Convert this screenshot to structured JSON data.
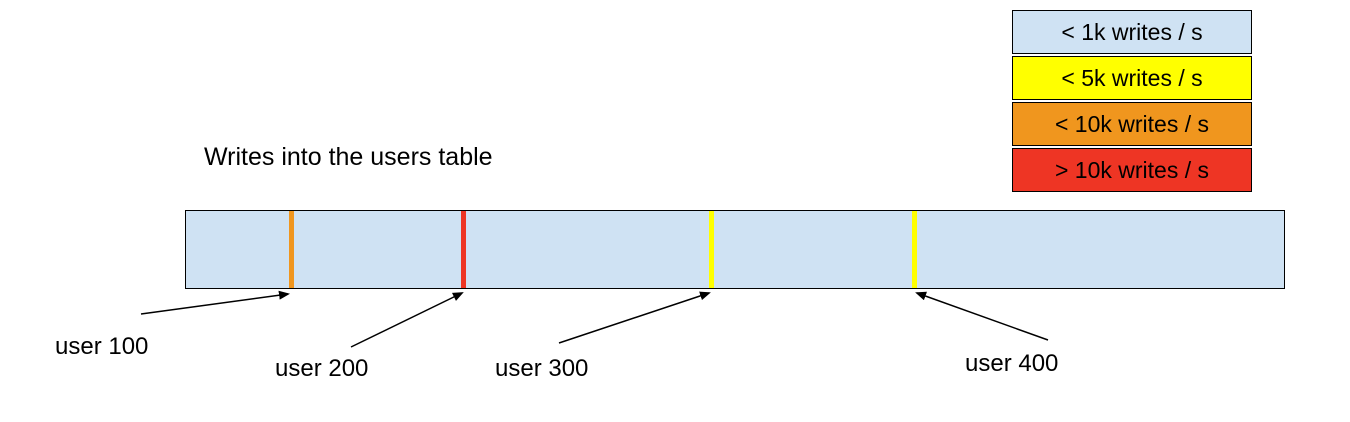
{
  "title": "Writes into the users table",
  "legend": {
    "items": [
      {
        "label": "< 1k writes / s",
        "color": "#cfe2f3"
      },
      {
        "label": "< 5k writes / s",
        "color": "#ffff00"
      },
      {
        "label": "< 10k writes / s",
        "color": "#f0961e"
      },
      {
        "label": "> 10k writes / s",
        "color": "#ee3524"
      }
    ]
  },
  "bar": {
    "fill": "#cfe2f3",
    "ticks": [
      {
        "user": "user 100",
        "color": "#f0961e"
      },
      {
        "user": "user 200",
        "color": "#ee3524"
      },
      {
        "user": "user 300",
        "color": "#ffff00"
      },
      {
        "user": "user 400",
        "color": "#ffff00"
      }
    ]
  },
  "labels": {
    "user_100": "user 100",
    "user_200": "user 200",
    "user_300": "user 300",
    "user_400": "user 400"
  },
  "arrow_color": "#000000"
}
